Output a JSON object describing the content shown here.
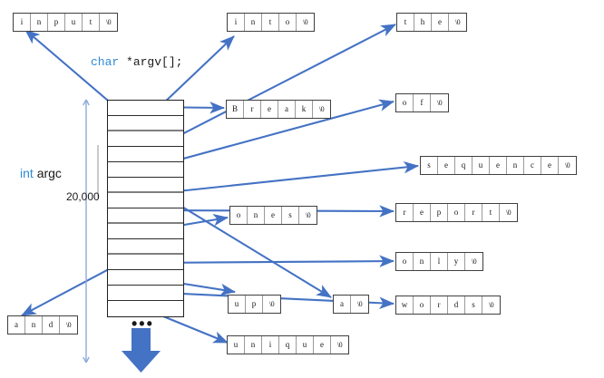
{
  "diagram": {
    "title": "argv pointer array to string literals",
    "accent_color": "#4472C4",
    "keyword_color": "#2E8BD8",
    "labels": {
      "argv_decl_keyword": "char",
      "argv_decl_rest": "*argv[];",
      "argc_keyword": "int",
      "argc_rest": "argc",
      "array_size": "20,000",
      "ellipsis": "•••"
    },
    "argv_array": {
      "name": "argv",
      "slot_count": 14,
      "slots_with_pointer": [
        0,
        1,
        2,
        3,
        4,
        5,
        6,
        7,
        8,
        9,
        10,
        11,
        12,
        13
      ]
    },
    "strings": [
      {
        "id": "input",
        "text": "input",
        "cells": [
          "i",
          "n",
          "p",
          "u",
          "t",
          "\\0"
        ]
      },
      {
        "id": "into",
        "text": "into",
        "cells": [
          "i",
          "n",
          "t",
          "o",
          "\\0"
        ]
      },
      {
        "id": "the",
        "text": "the",
        "cells": [
          "t",
          "h",
          "e",
          "\\0"
        ]
      },
      {
        "id": "Break",
        "text": "Break",
        "cells": [
          "B",
          "r",
          "e",
          "a",
          "k",
          "\\0"
        ]
      },
      {
        "id": "of",
        "text": "of",
        "cells": [
          "o",
          "f",
          "\\0"
        ]
      },
      {
        "id": "sequence",
        "text": "sequence",
        "cells": [
          "s",
          "e",
          "q",
          "u",
          "e",
          "n",
          "c",
          "e",
          "\\0"
        ]
      },
      {
        "id": "ones",
        "text": "ones",
        "cells": [
          "o",
          "n",
          "e",
          "s",
          "\\0"
        ]
      },
      {
        "id": "report",
        "text": "report",
        "cells": [
          "r",
          "e",
          "p",
          "o",
          "r",
          "t",
          "\\0"
        ]
      },
      {
        "id": "only",
        "text": "only",
        "cells": [
          "o",
          "n",
          "l",
          "y",
          "\\0"
        ]
      },
      {
        "id": "up",
        "text": "up",
        "cells": [
          "u",
          "p",
          "\\0"
        ]
      },
      {
        "id": "a",
        "text": "a",
        "cells": [
          "a",
          "\\0"
        ]
      },
      {
        "id": "words",
        "text": "words",
        "cells": [
          "w",
          "o",
          "r",
          "d",
          "s",
          "\\0"
        ]
      },
      {
        "id": "and",
        "text": "and",
        "cells": [
          "a",
          "n",
          "d",
          "\\0"
        ]
      },
      {
        "id": "unique",
        "text": "unique",
        "cells": [
          "u",
          "n",
          "i",
          "q",
          "u",
          "e",
          "\\0"
        ]
      }
    ]
  }
}
